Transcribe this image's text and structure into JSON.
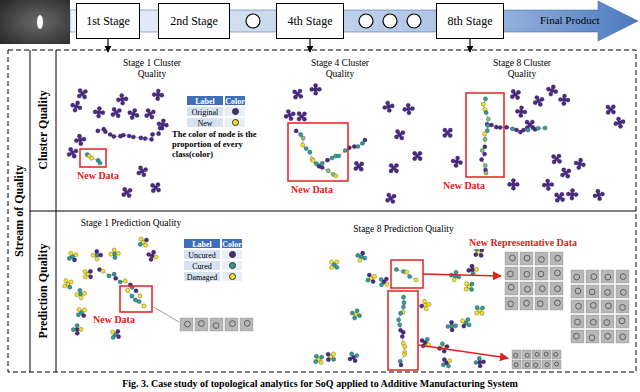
{
  "diagram": {
    "caption": "Fig. 3. Case study of topological analytics for SoQ applied to Additive Manufacturing System",
    "nodes": [
      {
        "text": [
          "1st Stage"
        ]
      },
      {
        "text": [
          "2nd Stage"
        ]
      },
      {
        "text": [
          "4th Stage"
        ]
      },
      {
        "text": [
          "8th Stage"
        ]
      },
      {
        "text": [
          "Stream of Quality"
        ]
      },
      {
        "text": [
          "Cluster Quality"
        ],
        "in": 4
      },
      {
        "text": [
          "Stage 1 Cluster Quality"
        ],
        "in": 5
      },
      {
        "text": [
          "Stage 4 Cluster Quality"
        ],
        "in": 5
      },
      {
        "text": [
          "Stage 8 Cluster Quality"
        ],
        "in": 5
      },
      {
        "text": [
          "Prediction Quality"
        ],
        "in": 4
      },
      {
        "text": [
          "Stage 1 Prediction Quality"
        ],
        "in": 9
      },
      {
        "text": [
          "Stage 8 Prediction Quality"
        ],
        "in": 9
      }
    ],
    "edges": [
      {
        "from": 0,
        "to": 6,
        "arrow": "to"
      },
      {
        "from": 2,
        "to": 7,
        "arrow": "to"
      },
      {
        "from": 3,
        "to": 8,
        "arrow": "to"
      }
    ],
    "labels": [
      "Final Product",
      "Label",
      "Color",
      "The color of node is the proportion of every class(color)",
      "New Data",
      "New Data",
      "New Data",
      "Label",
      "Color",
      "New Data",
      "New Representative Data"
    ],
    "legend": [
      {
        "text": "Original",
        "color": "#4b2a83"
      },
      {
        "text": "New",
        "color": "#f2e41c"
      },
      {
        "text": "Uncured",
        "color": "#4b2a83"
      },
      {
        "text": "Cured",
        "color": "#2f9e8f"
      },
      {
        "text": "Damaged",
        "color": "#f2e41c"
      }
    ]
  }
}
